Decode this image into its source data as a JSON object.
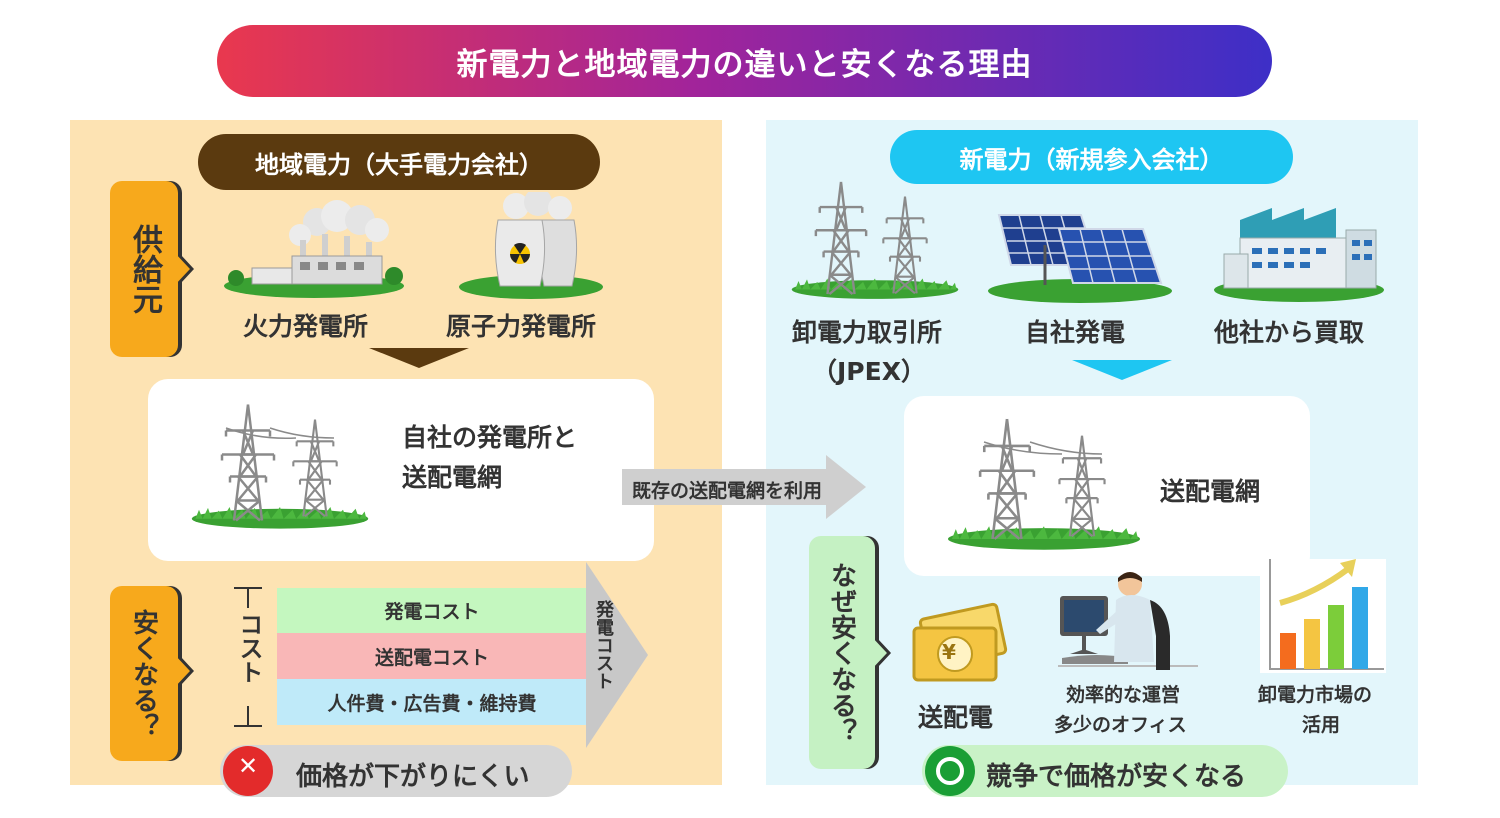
{
  "title": "新電力と地域電力の違いと安くなる理由",
  "left": {
    "header": "地域電力（大手電力会社）",
    "supplier_tab": "供給元",
    "thermal_label": "火力発電所",
    "nuclear_label": "原子力発電所",
    "grid_line1": "自社の発電所と",
    "grid_line2": "送配電網",
    "cheap_tab": "安くなる？",
    "cost_bracket": "コスト",
    "cost_rows": [
      "発電コスト",
      "送配電コスト",
      "人件費・広告費・維持費"
    ],
    "total_arrow": "発電コスト",
    "result_mark": "✕",
    "result_text": "価格が下がりにくい"
  },
  "middle_arrow": "既存の送配電網を利用",
  "right": {
    "header": "新電力（新規参入会社）",
    "source1_line1": "卸電力取引所",
    "source1_line2": "（JPEX）",
    "source2": "自社発電",
    "source3": "他社から買取",
    "grid_label": "送配電網",
    "why_tab": "なぜ安くなる？",
    "yen_symbol": "¥",
    "reason1": "送配電",
    "reason2_line1": "効率的な運営",
    "reason2_line2": "多少のオフィス",
    "reason3_line1": "卸電力市場の",
    "reason3_line2": "活用",
    "result_text": "競争で価格が安くなる"
  },
  "colors": {
    "left_panel": "#fde3b3",
    "right_panel": "#e3f6fb",
    "left_header": "#5b3a0f",
    "right_header": "#1ec6f2",
    "orange_tab": "#f7a91c",
    "green_tab": "#c5f1c3",
    "red_mark": "#e32b2b",
    "green_mark": "#1a9e35"
  }
}
